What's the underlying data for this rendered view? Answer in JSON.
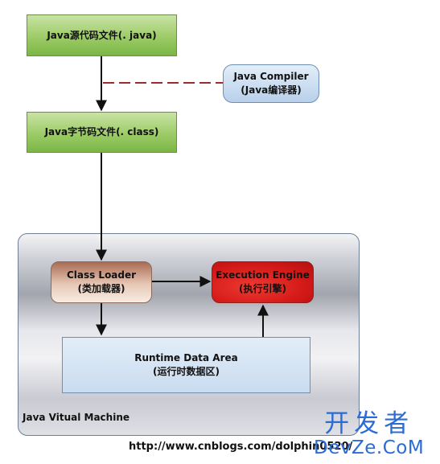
{
  "nodes": {
    "java_source": "Java源代码文件(. java)",
    "java_bytecode": "Java字节码文件(. class)",
    "compiler_line1": "Java Compiler",
    "compiler_line2": "(Java编译器)",
    "class_loader_line1": "Class Loader",
    "class_loader_line2": "(类加载器)",
    "execution_engine_line1": "Execution Engine",
    "execution_engine_line2": "(执行引擎)",
    "runtime_line1": "Runtime  Data  Area",
    "runtime_line2": "(运行时数据区)"
  },
  "container_label": "Java Vitual Machine",
  "footer_url": "http://www.cnblogs.com/dolphin0520/",
  "watermark": {
    "cn": "开发者",
    "en": "DevZe.CoM"
  },
  "colors": {
    "file_box": "#9ccb67",
    "compiler": "#b8d0ea",
    "class_loader": "#e7c8b6",
    "execution_engine": "#d41a18",
    "runtime_area": "#c9dcf0",
    "dashed_link": "#9b2c2c",
    "watermark": "#2b6bd6"
  }
}
